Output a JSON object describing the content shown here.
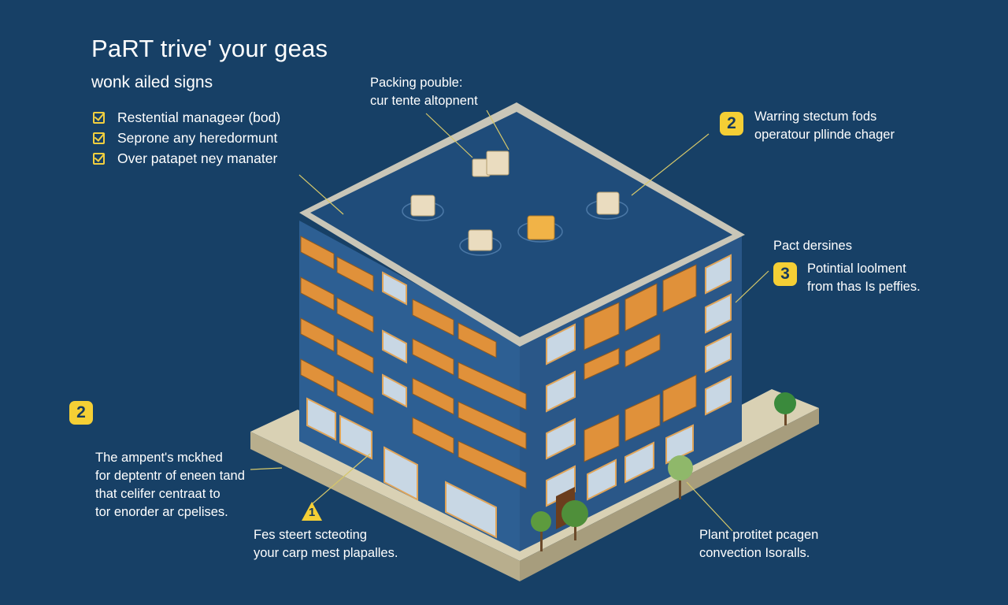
{
  "header": {
    "title": "PaRT trive' your geas",
    "subtitle": "wonk ailed signs"
  },
  "checklist": [
    "Restential manageər (bod)",
    "Seprone any heredormunt",
    "Over patapet ney manater"
  ],
  "callouts": {
    "top_center": {
      "line1": "Packing pouble:",
      "line2": "cur tente altopnent"
    },
    "top_right": {
      "badge": "2",
      "line1": "Warring stectum fods",
      "line2": "operatour pllinde chager"
    },
    "mid_right_heading": "Pact dersines",
    "mid_right": {
      "badge": "3",
      "line1": "Potintial loolment",
      "line2": "from thas Is peffies."
    },
    "left": {
      "badge": "2",
      "lines": [
        "The ampent's mckhed",
        "for deptentr of eneen tand",
        "that celifer centraat to",
        "tor enorder ar cpelises."
      ]
    },
    "bottom_center": {
      "badge": "1",
      "line1": "Fes steert scteoting",
      "line2": "your carp mest plapalles."
    },
    "bottom_right": {
      "line1": "Plant protitet pcagen",
      "line2": "convection Isoralls."
    }
  },
  "colors": {
    "background": "#174066",
    "accent": "#f5cf35",
    "building": "#2d5f93",
    "roof": "#1f4c7a",
    "balcony": "#e0913a",
    "base": "#d9d1b4"
  },
  "icons": [
    "check-icon",
    "package-icon",
    "tree-icon",
    "warning-icon"
  ]
}
